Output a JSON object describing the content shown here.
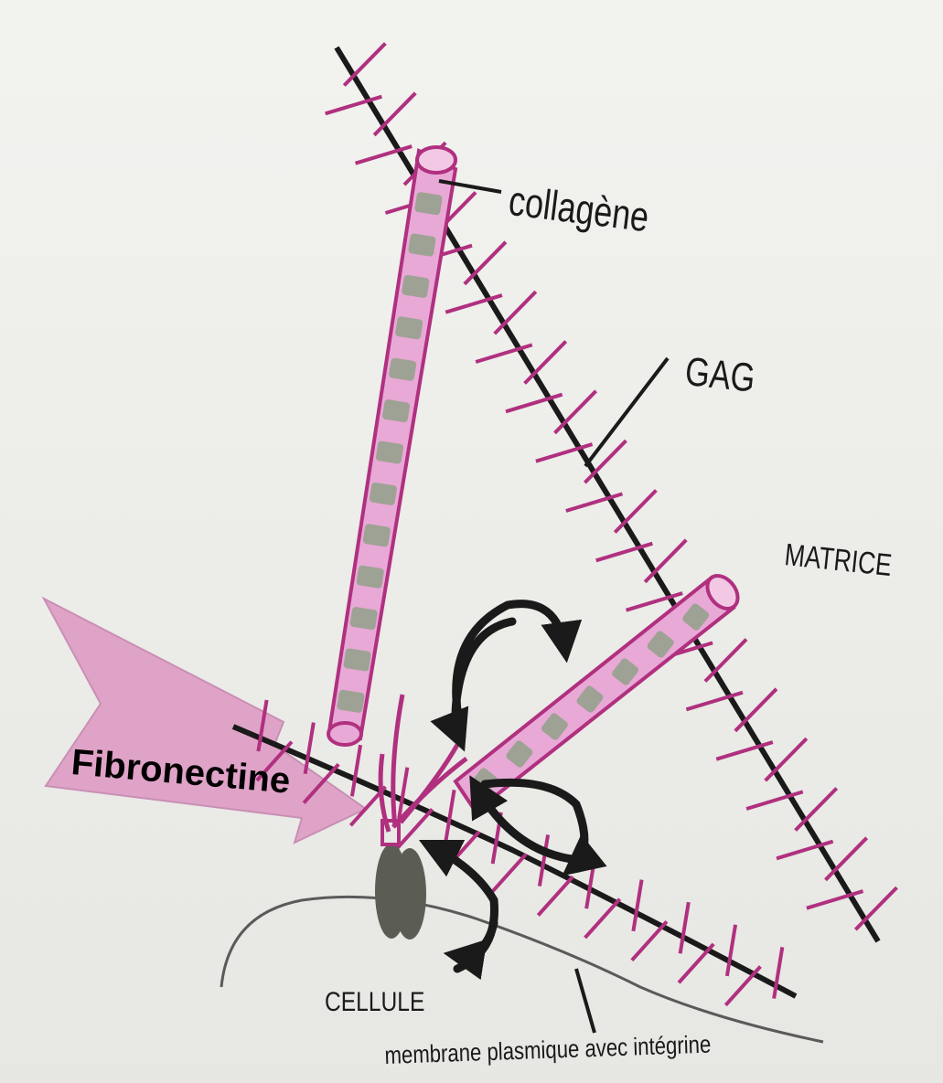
{
  "labels": {
    "collagene": "collagène",
    "gag": "GAG",
    "matrice": "MATRICE",
    "fibronectine": "Fibronectine",
    "cellule": "CELLULE",
    "membrane": "membrane plasmique avec intégrine"
  },
  "colors": {
    "background": "#eeeeea",
    "magenta": "#b0307f",
    "pink_fill": "#e8a9d6",
    "band_gray": "#9ea294",
    "fibronectin_arrow": "#e0a3c8",
    "line": "#1a1a1a",
    "integrin": "#5b5d54"
  }
}
